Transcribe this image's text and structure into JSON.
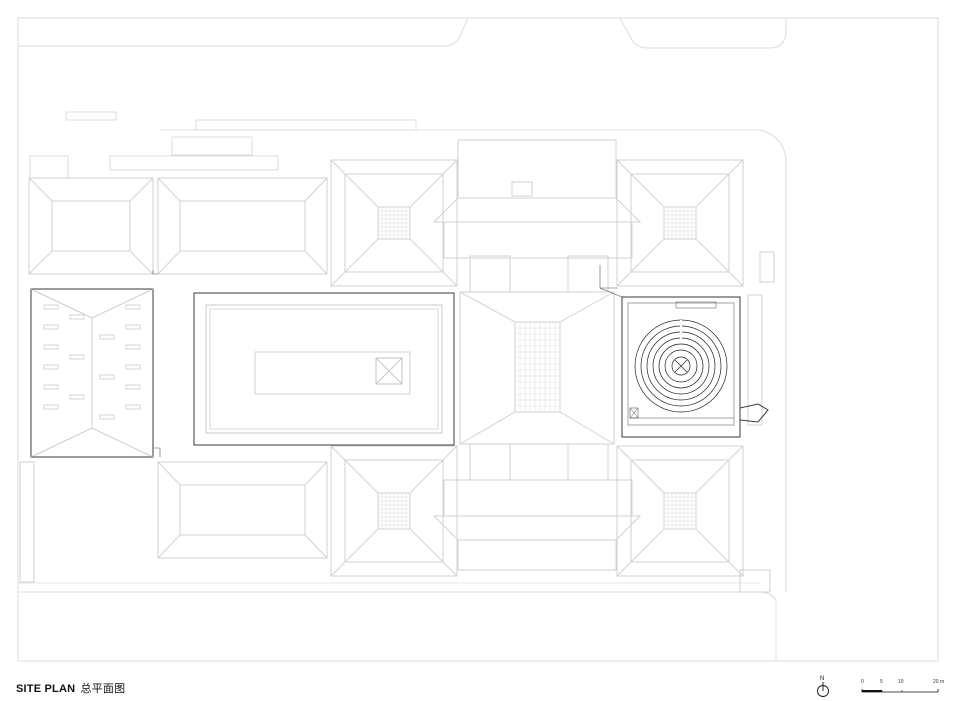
{
  "title": {
    "en": "SITE PLAN",
    "cn": "总平面图"
  },
  "north_arrow": {
    "label": "N",
    "icon": "north-arrow-icon"
  },
  "scale_bar": {
    "ticks": [
      "0",
      "5",
      "10",
      "20 m"
    ]
  },
  "colors": {
    "context_line": "#d6d6d6",
    "context_line_light": "#e4e4e4",
    "highlight_line": "#333333",
    "text": "#111111"
  }
}
